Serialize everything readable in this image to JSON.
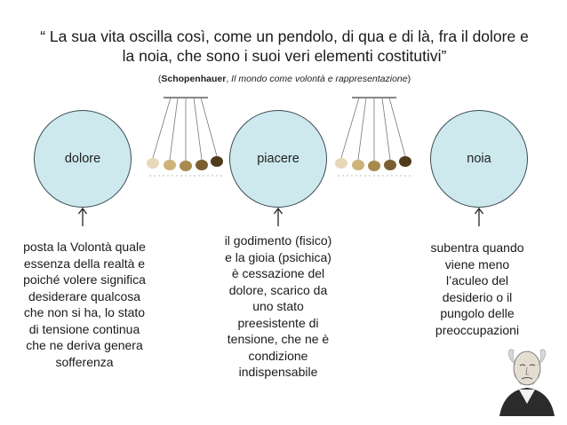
{
  "quote": {
    "line1": "“ La sua vita oscilla così, come un pendolo, di qua e di là, fra il dolore e",
    "line2": "la noia, che sono i suoi veri elementi costitutivi”",
    "source_open": "(",
    "source_author": "Schopenhauer",
    "source_sep": ", ",
    "source_title": "Il mondo come volontà e rappresentazione",
    "source_close": ")"
  },
  "circles": [
    {
      "label": "dolore"
    },
    {
      "label": "piacere"
    },
    {
      "label": "noia"
    }
  ],
  "descriptions": [
    {
      "lines": [
        "posta la Volontà quale",
        "essenza della realtà e",
        "poiché volere significa",
        "desiderare qualcosa",
        "che non si ha, lo stato",
        "di tensione continua",
        "che ne deriva genera",
        "sofferenza"
      ]
    },
    {
      "lines": [
        "il godimento (fisico)",
        "e la gioia (psichica)",
        "è cessazione del",
        "dolore, scarico da",
        "uno stato",
        "preesistente di",
        "tensione, che ne è",
        "condizione",
        "indispensabile"
      ]
    },
    {
      "lines": [
        "subentra quando",
        "viene meno",
        "l’aculeo del",
        "desiderio o il",
        "pungolo delle",
        "preoccupazioni"
      ]
    }
  ],
  "colors": {
    "circle_fill": "#cde9ee",
    "circle_stroke": "#3c4d55"
  }
}
